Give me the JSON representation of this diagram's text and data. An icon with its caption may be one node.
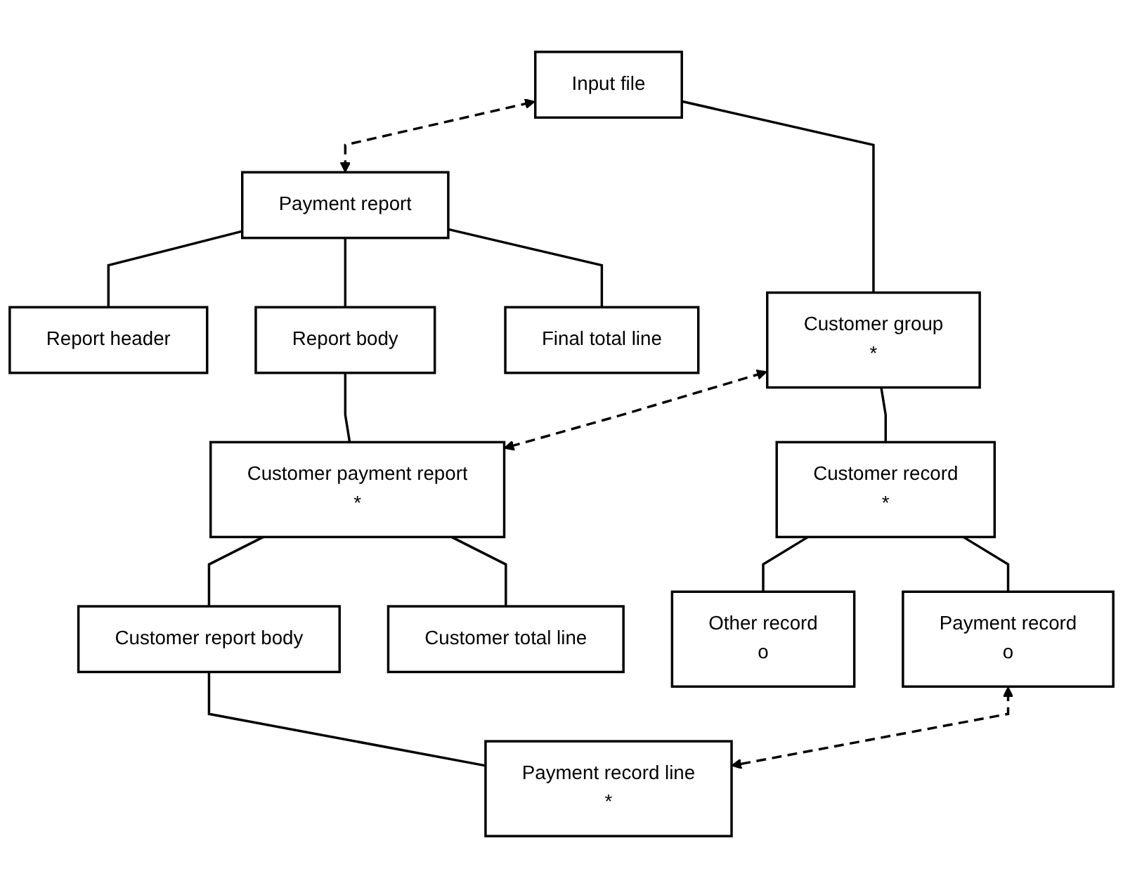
{
  "diagram": {
    "nodes": [
      {
        "text": [
          "Input file"
        ]
      },
      {
        "text": [
          "Payment report"
        ]
      },
      {
        "text": [
          "Customer group",
          "*"
        ]
      },
      {
        "text": [
          "Report header"
        ]
      },
      {
        "text": [
          "Report body"
        ]
      },
      {
        "text": [
          "Final total line"
        ]
      },
      {
        "text": [
          "Customer record",
          "*"
        ]
      },
      {
        "text": [
          "Customer payment report",
          "*"
        ]
      },
      {
        "text": [
          "Other record",
          "o"
        ]
      },
      {
        "text": [
          "Payment record",
          "o"
        ]
      },
      {
        "text": [
          "Customer report body"
        ]
      },
      {
        "text": [
          "Customer total line"
        ]
      },
      {
        "text": [
          "Payment record line",
          "*"
        ]
      }
    ],
    "edges": [
      {
        "from": 0,
        "to": 1,
        "arrow": "both",
        "style": "dashed"
      },
      {
        "from": 0,
        "to": 2,
        "arrow": "none"
      },
      {
        "from": 1,
        "to": 3,
        "arrow": "none"
      },
      {
        "from": 1,
        "to": 4,
        "arrow": "none"
      },
      {
        "from": 1,
        "to": 5,
        "arrow": "none"
      },
      {
        "from": 2,
        "to": 7,
        "arrow": "both",
        "style": "dashed"
      },
      {
        "from": 2,
        "to": 6,
        "arrow": "none"
      },
      {
        "from": 4,
        "to": 7,
        "arrow": "none"
      },
      {
        "from": 6,
        "to": 8,
        "arrow": "none"
      },
      {
        "from": 6,
        "to": 9,
        "arrow": "none"
      },
      {
        "from": 7,
        "to": 10,
        "arrow": "none"
      },
      {
        "from": 7,
        "to": 11,
        "arrow": "none"
      },
      {
        "from": 10,
        "to": 12,
        "arrow": "none"
      },
      {
        "from": 9,
        "to": 12,
        "arrow": "both",
        "style": "dashed"
      }
    ]
  }
}
